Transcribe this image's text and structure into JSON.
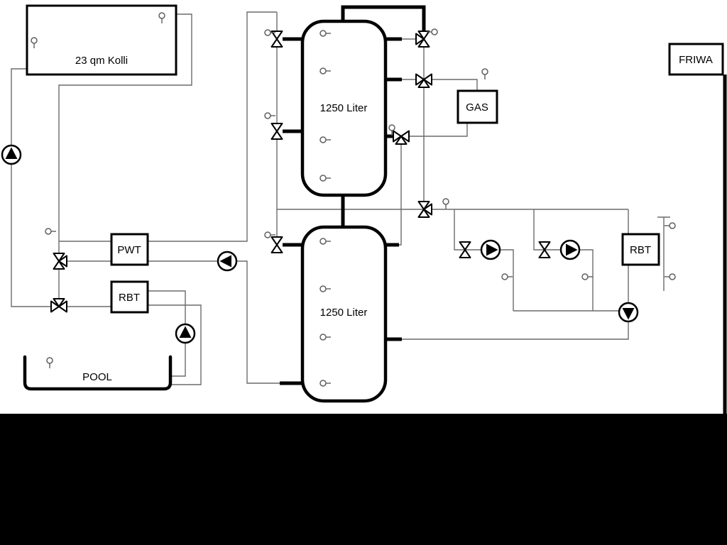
{
  "colors": {
    "background": "#ffffff",
    "pipe_thin": "#6b6b6b",
    "pipe_thick": "#000000",
    "component_stroke": "#000000",
    "letterbox": "#000000"
  },
  "labels": {
    "collector": "23 qm Kolli",
    "upper_tank": "1250 Liter",
    "lower_tank": "1250 Liter",
    "gas": "GAS",
    "friwa": "FRIWA",
    "pwt": "PWT",
    "rbt_left": "RBT",
    "rbt_right": "RBT",
    "pool": "POOL"
  }
}
